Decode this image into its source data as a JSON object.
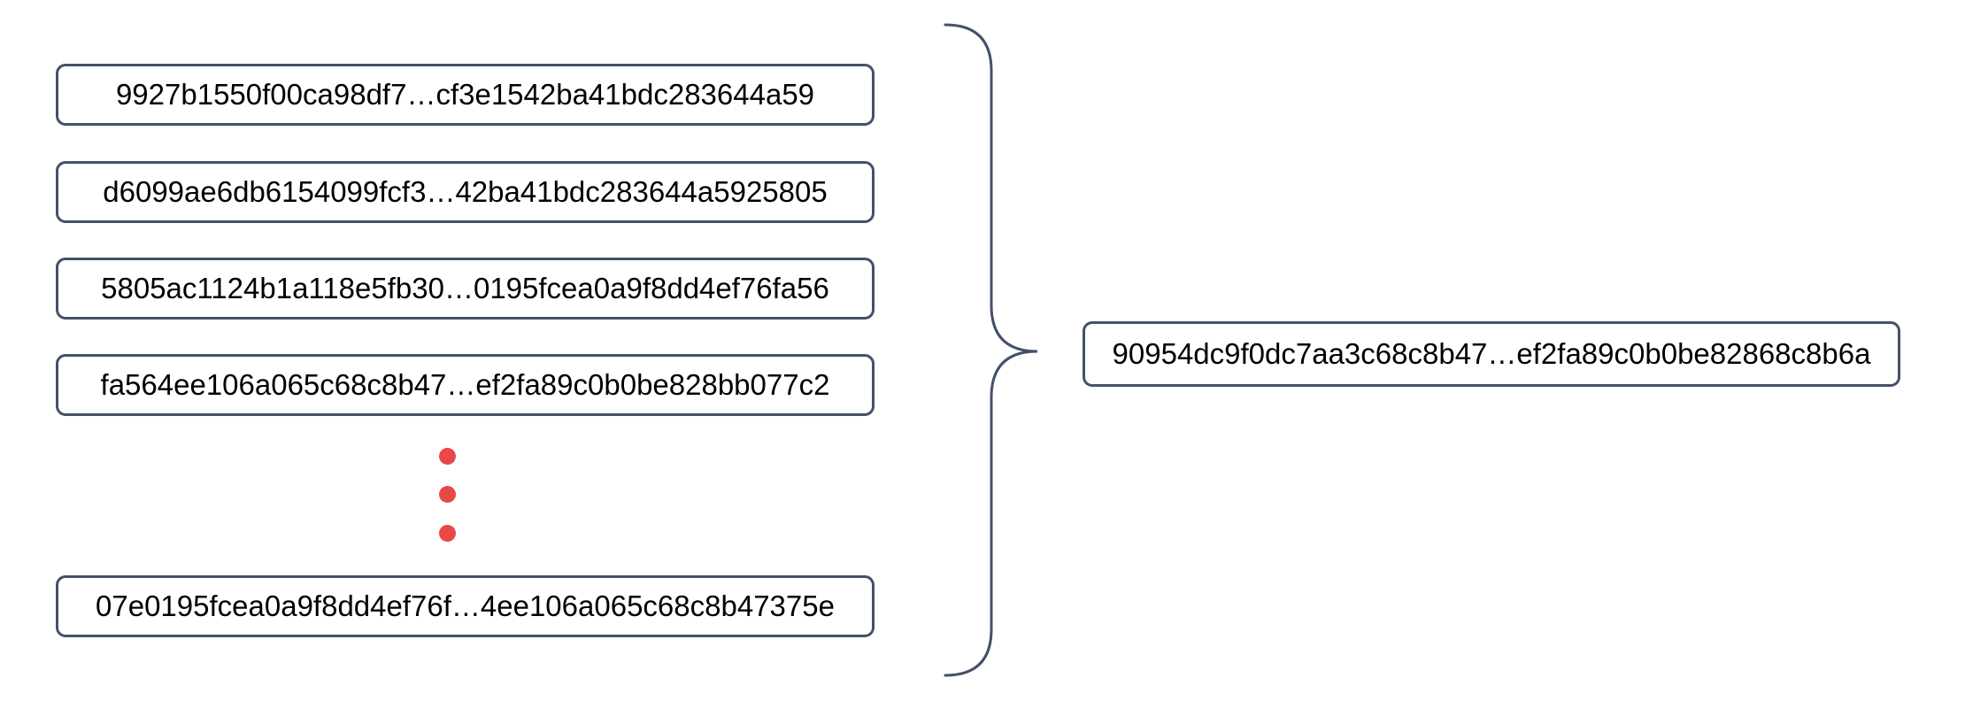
{
  "colors": {
    "stroke": "#44506b",
    "dot": "#e84848",
    "text": "#000000",
    "background": "#ffffff"
  },
  "left_column": {
    "items": [
      {
        "text": "9927b1550f00ca98df7…cf3e1542ba41bdc283644a59"
      },
      {
        "text": "d6099ae6db6154099fcf3…42ba41bdc283644a5925805"
      },
      {
        "text": "5805ac1124b1a118e5fb30…0195fcea0a9f8dd4ef76fa56"
      },
      {
        "text": "fa564ee106a065c68c8b47…ef2fa89c0b0be828bb077c2"
      },
      {
        "text": "07e0195fcea0a9f8dd4ef76f…4ee106a065c68c8b47375e"
      }
    ],
    "ellipsis_dot_count": 3
  },
  "brace": {
    "meaning": "grouping of left hash items into single result"
  },
  "result": {
    "text": "90954dc9f0dc7aa3c68c8b47…ef2fa89c0b0be82868c8b6a"
  }
}
